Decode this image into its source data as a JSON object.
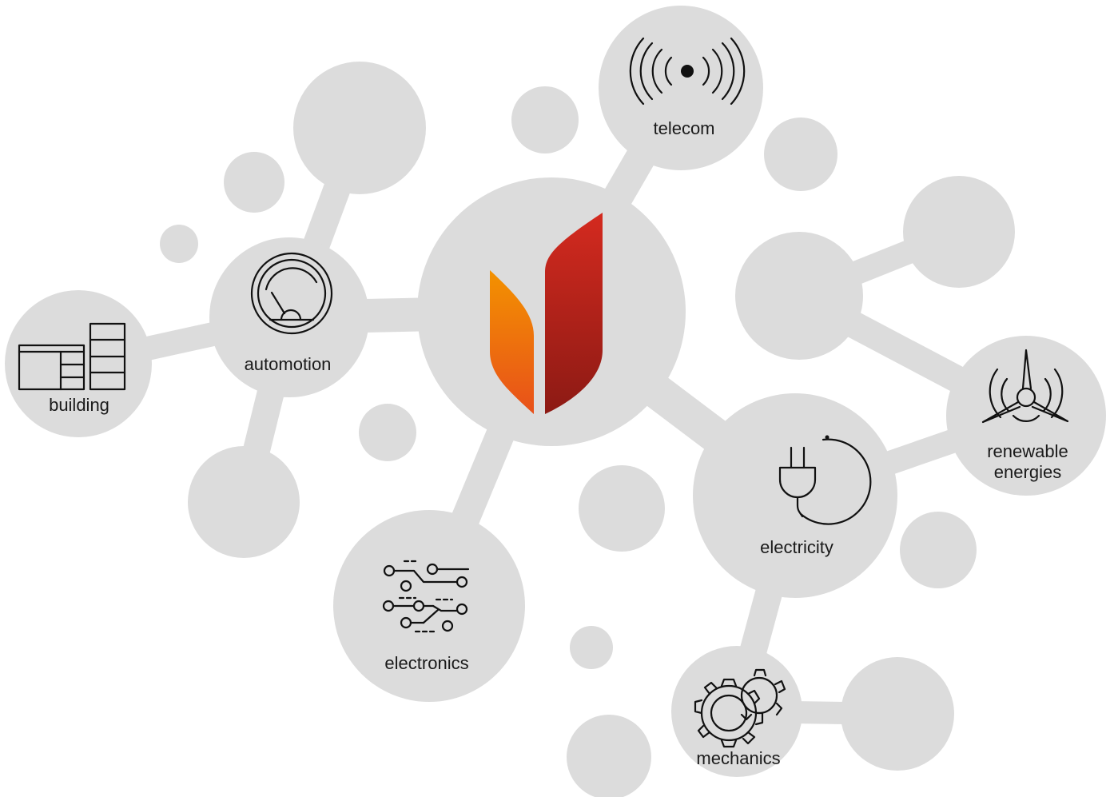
{
  "nodes": {
    "telecom": {
      "label": "telecom",
      "icon": "broadcast-antenna-icon"
    },
    "automotion": {
      "label": "automotion",
      "icon": "gauge-meter-icon"
    },
    "building": {
      "label": "building",
      "icon": "buildings-icon"
    },
    "electronics": {
      "label": "electronics",
      "icon": "circuit-icon"
    },
    "electricity": {
      "label": "electricity",
      "icon": "power-plug-icon"
    },
    "renewable": {
      "label_line1": "renewable",
      "label_line2": "energies",
      "icon": "wind-turbine-icon"
    },
    "mechanics": {
      "label": "mechanics",
      "icon": "gears-icon"
    }
  },
  "logo": {
    "name": "leaf-shield-logo"
  },
  "colors": {
    "bubble": "#dcdcdc",
    "logo_orange_top": "#f39200",
    "logo_orange_bottom": "#e8501a",
    "logo_red_top": "#d42a1f",
    "logo_red_bottom": "#8c1a14",
    "icon": "#111111"
  }
}
